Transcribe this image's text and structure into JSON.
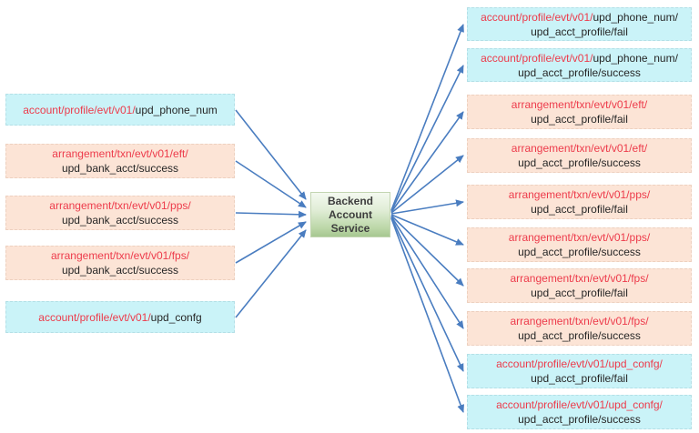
{
  "service": {
    "name": "Backend Account Service"
  },
  "colors": {
    "arrow": "#4a7dc0",
    "cyan_fill": "#caf3f8",
    "peach_fill": "#fce4d6",
    "red_text": "#ed3b4b",
    "dark_text": "#262626",
    "service_fill_top": "#f4f9f0",
    "service_fill_bottom": "#a7c791"
  },
  "left_topics": [
    {
      "style": "cyan",
      "line1_red": "account/profile/evt/v01/",
      "line1_black": "upd_phone_num",
      "line2": ""
    },
    {
      "style": "peach",
      "line1_red": "arrangement/txn/evt/v01/eft/",
      "line1_black": "",
      "line2": "upd_bank_acct/success"
    },
    {
      "style": "peach",
      "line1_red": "arrangement/txn/evt/v01/pps/",
      "line1_black": "",
      "line2": "upd_bank_acct/success"
    },
    {
      "style": "peach",
      "line1_red": "arrangement/txn/evt/v01/fps/",
      "line1_black": "",
      "line2": "upd_bank_acct/success"
    },
    {
      "style": "cyan",
      "line1_red": "account/profile/evt/v01/",
      "line1_black": "upd_confg",
      "line2": ""
    }
  ],
  "right_topics": [
    {
      "style": "cyan",
      "line1_red": "account/profile/evt/v01/",
      "line1_black": "upd_phone_num/",
      "line2": "upd_acct_profile/fail"
    },
    {
      "style": "cyan",
      "line1_red": "account/profile/evt/v01/",
      "line1_black": "upd_phone_num/",
      "line2": "upd_acct_profile/success"
    },
    {
      "style": "peach",
      "line1_red": "arrangement/txn/evt/v01/eft/",
      "line1_black": "",
      "line2": "upd_acct_profile/fail"
    },
    {
      "style": "peach",
      "line1_red": "arrangement/txn/evt/v01/eft/",
      "line1_black": "",
      "line2": "upd_acct_profile/success"
    },
    {
      "style": "peach",
      "line1_red": "arrangement/txn/evt/v01/pps/",
      "line1_black": "",
      "line2": "upd_acct_profile/fail"
    },
    {
      "style": "peach",
      "line1_red": "arrangement/txn/evt/v01/pps/",
      "line1_black": "",
      "line2": "upd_acct_profile/success"
    },
    {
      "style": "peach",
      "line1_red": "arrangement/txn/evt/v01/fps/",
      "line1_black": "",
      "line2": "upd_acct_profile/fail"
    },
    {
      "style": "peach",
      "line1_red": "arrangement/txn/evt/v01/fps/",
      "line1_black": "",
      "line2": "upd_acct_profile/success"
    },
    {
      "style": "cyan",
      "line1_red": "account/profile/evt/v01/upd_confg/",
      "line1_black": "",
      "line2": "upd_acct_profile/fail"
    },
    {
      "style": "cyan",
      "line1_red": "account/profile/evt/v01/upd_confg/",
      "line1_black": "",
      "line2": "upd_acct_profile/success"
    }
  ]
}
